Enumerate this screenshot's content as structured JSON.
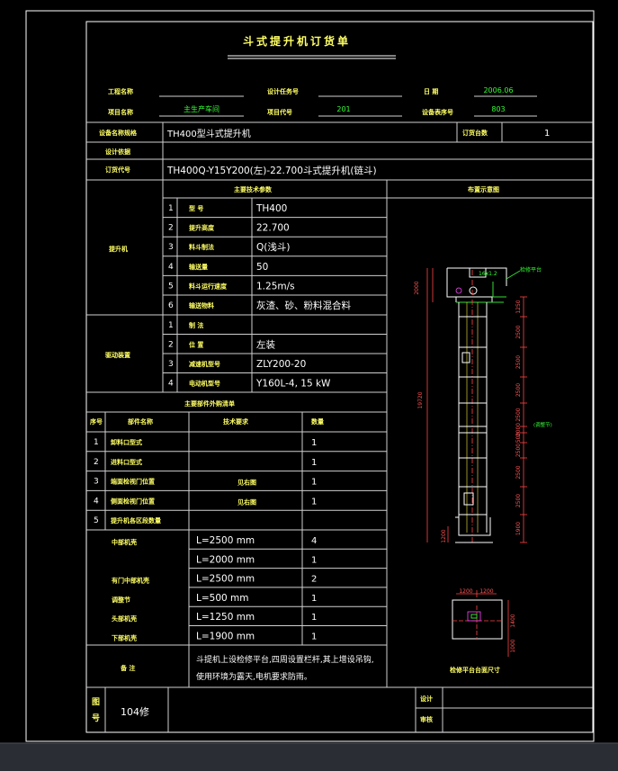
{
  "title": "斗式提升机订货单",
  "header": {
    "project_name_label": "工程名称",
    "project_name_value": "",
    "design_task_label": "设计任务号",
    "design_task_value": "",
    "date_label": "日 期",
    "date_value": "2006.06",
    "item_name_label": "项目名称",
    "item_name_value": "主生产车间",
    "item_code_label": "项目代号",
    "item_code_value": "201",
    "equipment_no_label": "设备表序号",
    "equipment_no_value": "803"
  },
  "equipment": {
    "name_label": "设备名称规格",
    "name_value": "TH400型斗式提升机",
    "qty_label": "订货台数",
    "qty_value": "1",
    "design_label": "设计依据",
    "design_value": "",
    "order_label": "订货代号",
    "order_value": "TH400Q-Y15Y200(左)-22.700斗式提升机(链斗)"
  },
  "main_params": {
    "section_title": "主要技术参数",
    "layout_title": "布置示意图",
    "group1_label": "提升机",
    "group1_rows": [
      {
        "no": "1",
        "name": "型 号",
        "value": "TH400"
      },
      {
        "no": "2",
        "name": "提升高度",
        "value": "22.700"
      },
      {
        "no": "3",
        "name": "料斗制法",
        "value": "Q(浅斗)"
      },
      {
        "no": "4",
        "name": "输送量",
        "value": "50"
      },
      {
        "no": "5",
        "name": "料斗运行速度",
        "value": "1.25m/s"
      },
      {
        "no": "6",
        "name": "输送物料",
        "value": "灰渣、砂、粉料混合料"
      }
    ],
    "group2_label": "驱动装置",
    "group2_rows": [
      {
        "no": "1",
        "name": "制 法",
        "value": ""
      },
      {
        "no": "2",
        "name": "位 置",
        "value": "左装"
      },
      {
        "no": "3",
        "name": "减速机型号",
        "value": "ZLY200-20"
      },
      {
        "no": "4",
        "name": "电动机型号",
        "value": "Y160L-4, 15 kW"
      }
    ]
  },
  "parts": {
    "section_title": "主要部件外购清单",
    "col_no": "序号",
    "col_name": "部件名称",
    "col_req": "技术要求",
    "col_qty": "数量",
    "rows": [
      {
        "no": "1",
        "name": "卸料口型式",
        "req": "",
        "qty": "1"
      },
      {
        "no": "2",
        "name": "进料口型式",
        "req": "",
        "qty": "1"
      },
      {
        "no": "3",
        "name": "端面检视门位置",
        "req": "见右图",
        "qty": "1"
      },
      {
        "no": "4",
        "name": "侧面检视门位置",
        "req": "见右图",
        "qty": "1"
      },
      {
        "no": "5",
        "name": "提升机各区段数量",
        "req": "",
        "qty": ""
      }
    ],
    "segments": [
      {
        "name": "中部机壳",
        "req": "L=2500 mm",
        "qty": "4"
      },
      {
        "name": "",
        "req": "L=2000 mm",
        "qty": "1"
      },
      {
        "name": "有门中部机壳",
        "req": "L=2500 mm",
        "qty": "2"
      },
      {
        "name": "调整节",
        "req": "L=500 mm",
        "qty": "1"
      },
      {
        "name": "头部机壳",
        "req": "L=1250 mm",
        "qty": "1"
      },
      {
        "name": "下部机壳",
        "req": "L=1900 mm",
        "qty": "1"
      }
    ],
    "remark_label": "备 注",
    "remark_line1": "斗提机上设检修平台,四周设置栏杆,其上增设吊钩,",
    "remark_line2": "使用环境为露天,电机要求防雨。"
  },
  "footer": {
    "drawing_label_1": "图",
    "drawing_label_2": "号",
    "drawing_no": "104修",
    "design_label": "设计",
    "review_label": "审核"
  },
  "diagram": {
    "dim_top": "2000",
    "dim_total": "19720",
    "dim_bottom": "1200",
    "head_label": "16x1.2",
    "platform_label": "检修平台",
    "right_dims": [
      "1250",
      "2500",
      "2500",
      "2500",
      "2500",
      "2000",
      "500",
      "2500",
      "2500",
      "2500",
      "1900"
    ],
    "adjust_label": "(调整节)",
    "plan_dim_1": "1200",
    "plan_dim_2": "1200",
    "plan_dim_3": "1400",
    "plan_dim_4": "1000",
    "plan_caption": "检修平台台面尺寸"
  },
  "colors": {
    "background": "#000000",
    "line": "#ffffff",
    "label_yellow": "#ffff66",
    "value_green": "#33ff33",
    "dim_red": "#ff5555"
  }
}
